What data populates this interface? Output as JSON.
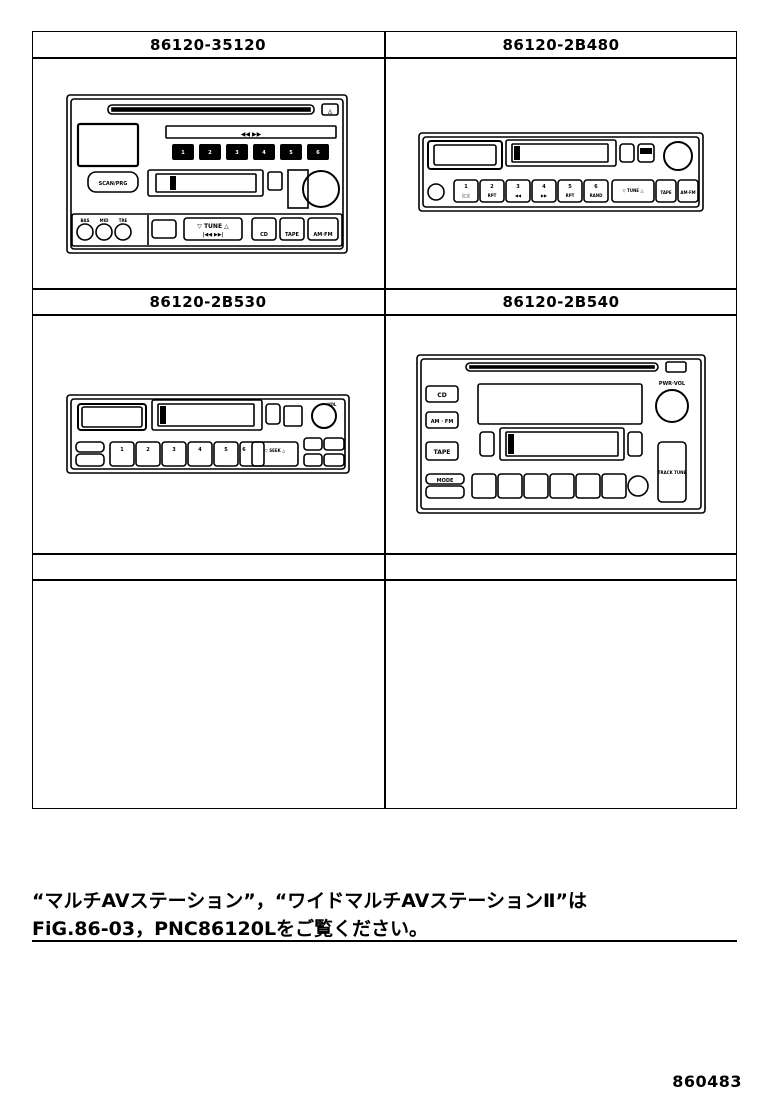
{
  "cells": [
    {
      "part_number": "86120-35120"
    },
    {
      "part_number": "86120-2B480"
    },
    {
      "part_number": "86120-2B530"
    },
    {
      "part_number": "86120-2B540"
    }
  ],
  "radio_labels": {
    "r1_eject": "◬",
    "r1_seek": "◀◀    ▶▶",
    "r1_presets": [
      "1",
      "2",
      "3",
      "4",
      "5",
      "6"
    ],
    "r1_scan": "SCAN/PRG",
    "r1_tune": "▽ TUNE △",
    "r1_tune_sub": "|◀◀        ▶▶|",
    "r1_buttons": [
      "CD",
      "TAPE",
      "AM·FM"
    ],
    "r1_knob_labels": [
      "BAS",
      "MID",
      "TRE"
    ],
    "r2_presets": [
      "1",
      "2",
      "3",
      "4",
      "5",
      "6"
    ],
    "r2_preset_sub": [
      "|◯|",
      "RPT",
      "◀◀",
      "▶▶",
      "RPT",
      "RAND"
    ],
    "r2_seek": "▽ TUNE △",
    "r2_tape": "TAPE",
    "r2_am": "AM·FM",
    "r3_presets": [
      "1",
      "2",
      "3",
      "4",
      "5",
      "6"
    ],
    "r3_seek": "▽ SEEK △",
    "r3_vol": "VOL",
    "r4_left_buttons": [
      "CD",
      "AM · FM",
      "TAPE"
    ],
    "r4_mode": "MODE",
    "r4_track": "TRACK TUNE",
    "r4_pwr": "PWR·VOL"
  },
  "note": {
    "line1": "“マルチAVステーション”，“ワイドマルチAVステーションⅡ”は",
    "line2": "FiG.86-03，PNC86120Lをご覧ください。"
  },
  "figure_code": "860483"
}
